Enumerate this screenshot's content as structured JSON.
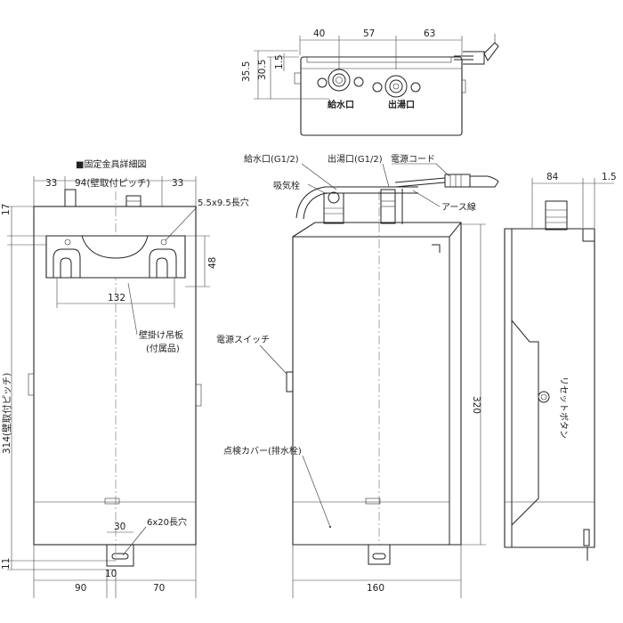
{
  "labels": {
    "detail_title": "■固定金具詳細図",
    "supply_port": "給水口",
    "hot_port": "出湯口",
    "supply_port_g": "給水口(G1/2)",
    "hot_port_g": "出湯口(G1/2)",
    "power_cord": "電源コード",
    "air_valve": "吸気栓",
    "earth_wire": "アース線",
    "slot_small": "5.5x9.5長穴",
    "bracket_line1": "壁掛け吊板",
    "bracket_line2": "(付属品)",
    "power_switch": "電源スイッチ",
    "inspection_cover": "点検カバー(排水栓)",
    "slot_large": "6x20長穴",
    "reset_button": "リセットボタン"
  },
  "dims": {
    "top_w1": "40",
    "top_w2": "57",
    "top_w3": "63",
    "top_h1": "35.5",
    "top_h2": "30.5",
    "top_h3": "1.5",
    "f_33a": "33",
    "f_pitch": "94(壁取付ピッチ)",
    "f_33b": "33",
    "f_17": "17",
    "f_48": "48",
    "f_132": "132",
    "f_314": "314(壁取付ピッチ)",
    "f_11": "11",
    "f_30": "30",
    "f_90": "90",
    "f_10": "10",
    "f_70": "70",
    "s_320": "320",
    "s_160": "160",
    "r_84": "84",
    "r_1_5": "1.5"
  }
}
